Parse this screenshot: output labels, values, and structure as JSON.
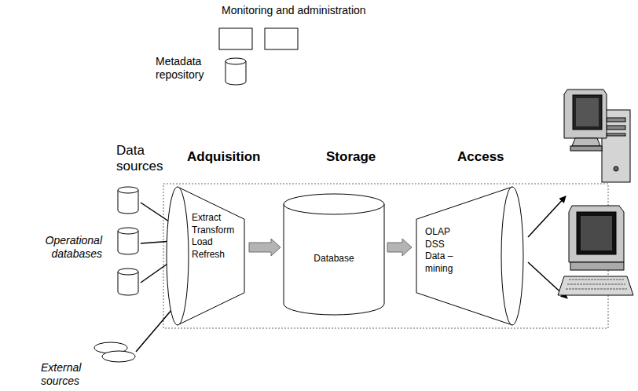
{
  "diagram": {
    "nodes": [
      {
        "text": [
          "Adquisition",
          "Extract Transform Load Refresh"
        ]
      },
      {
        "text": [
          "Storage",
          "Database"
        ]
      },
      {
        "text": [
          "Access",
          "OLAP DSS Data – mining"
        ]
      }
    ],
    "edges": [
      {
        "from": 0,
        "to": 1,
        "arrow": "to"
      },
      {
        "from": 1,
        "to": 2,
        "arrow": "to"
      }
    ],
    "labels": [
      "Monitoring and administration",
      "Metadata repository",
      "Data sources",
      "Operational databases",
      "External sources"
    ]
  }
}
